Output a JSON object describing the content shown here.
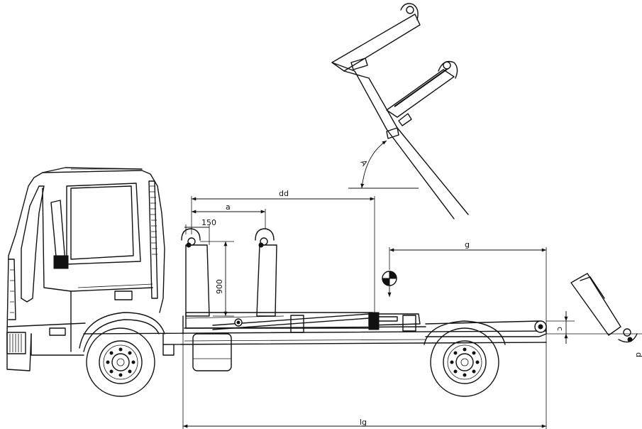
{
  "dimensions": {
    "dd": "dd",
    "a": "a",
    "gap": "150",
    "height": "900",
    "g": "g",
    "c": "c",
    "lg": "lg",
    "angle": "A",
    "d": "d"
  }
}
